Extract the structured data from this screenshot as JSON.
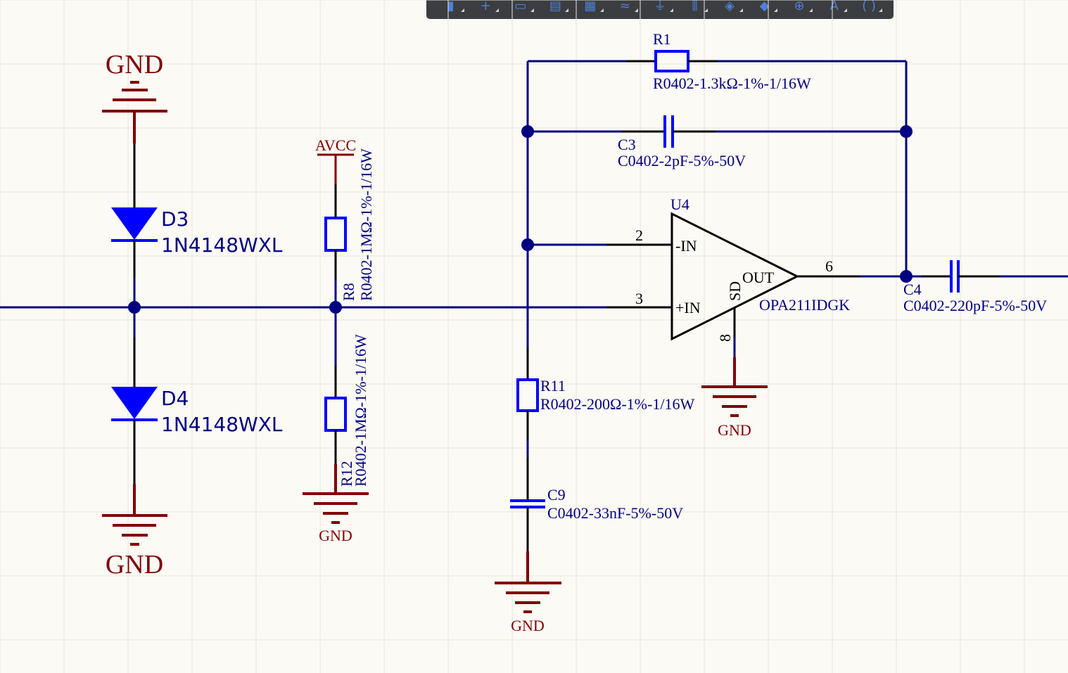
{
  "colors": {
    "background": "#fbfaf5",
    "grid": "#e7e5dc",
    "wire": "#000080",
    "junction": "#000080",
    "component_body": "#0000ff",
    "pin": "#000000",
    "power": "#800000",
    "text_blue": "#000080",
    "text_red": "#800000"
  },
  "toolbar": {
    "items": [
      {
        "icon": "pin-icon",
        "glyph": "▮"
      },
      {
        "icon": "wire-icon",
        "glyph": "+"
      },
      {
        "icon": "select-area-icon",
        "glyph": "▭"
      },
      {
        "icon": "component-icon",
        "glyph": "▤"
      },
      {
        "icon": "part-icon",
        "glyph": "▦"
      },
      {
        "icon": "net-icon",
        "glyph": "≈"
      },
      {
        "icon": "power-port-icon",
        "glyph": "⏚"
      },
      {
        "icon": "bus-icon",
        "glyph": "⫼"
      },
      {
        "icon": "harness-icon",
        "glyph": "◈"
      },
      {
        "icon": "directive-icon",
        "glyph": "◆"
      },
      {
        "icon": "probe-icon",
        "glyph": "⊕"
      },
      {
        "icon": "text-icon",
        "glyph": "A"
      },
      {
        "icon": "arc-icon",
        "glyph": "( )"
      }
    ]
  },
  "power_ports": {
    "gnd_top": "GND",
    "gnd_bottom": "GND",
    "avcc": "AVCC",
    "gnd_r12": "GND",
    "gnd_c9": "GND",
    "gnd_u4": "GND"
  },
  "components": {
    "d3": {
      "designator": "D3",
      "value": "1N4148WXL"
    },
    "d4": {
      "designator": "D4",
      "value": "1N4148WXL"
    },
    "r8": {
      "designator": "R8",
      "value": "R0402-1MΩ-1%-1/16W"
    },
    "r12": {
      "designator": "R12",
      "value": "R0402-1MΩ-1%-1/16W"
    },
    "r1": {
      "designator": "R1",
      "value": "R0402-1.3kΩ-1%-1/16W"
    },
    "c3": {
      "designator": "C3",
      "value": "C0402-2pF-5%-50V"
    },
    "u4": {
      "designator": "U4",
      "value": "OPA211IDGK",
      "pin_inv_name": "-IN",
      "pin_noninv_name": "+IN",
      "pin_out_name": "OUT",
      "pin_sd_name": "SD",
      "pin_inv_num": "2",
      "pin_noninv_num": "3",
      "pin_out_num": "6",
      "pin_sd_num": "8"
    },
    "r11": {
      "designator": "R11",
      "value": "R0402-200Ω-1%-1/16W"
    },
    "c9": {
      "designator": "C9",
      "value": "C0402-33nF-5%-50V"
    },
    "c4": {
      "designator": "C4",
      "value": "C0402-220pF-5%-50V"
    }
  }
}
